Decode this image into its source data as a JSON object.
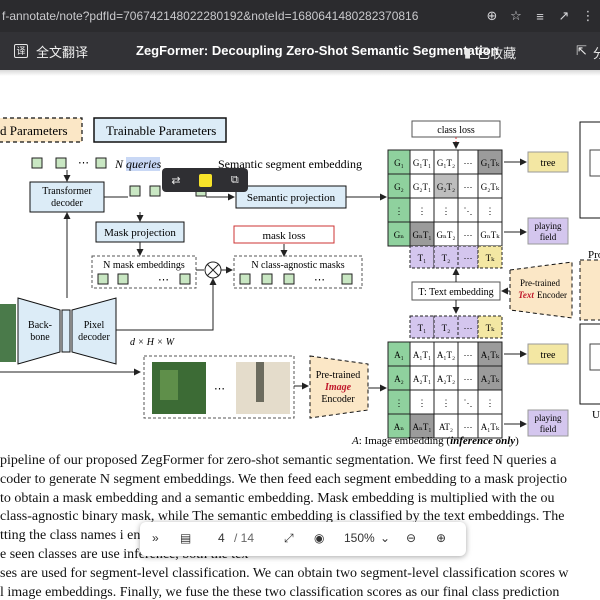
{
  "browser": {
    "url": "f-annotate/note?pdfId=706742148022280192&noteId=1680641480282370816",
    "icons": [
      "zoom-icon",
      "star-icon",
      "menu-icon",
      "share-icon",
      "extension-icon"
    ]
  },
  "header": {
    "translate_label": "全文翻译",
    "translate_icon_char": "译",
    "title": "ZegFormer: Decoupling Zero-Shot Semantic Segmentation",
    "favorite_label": "已收藏",
    "share_label": "分"
  },
  "figure": {
    "frozen_params": "d Parameters",
    "trainable_params": "Trainable Parameters",
    "n_queries": "N queries",
    "seg_embedding": "Semantic segment embedding",
    "transformer_decoder": [
      "Transformer",
      "decoder"
    ],
    "semantic_projection": "Semantic projection",
    "mask_projection": "Mask projection",
    "mask_loss": "mask loss",
    "n_mask_embeddings": "N mask embeddings",
    "n_class_agnostic_masks": "N class-agnostic masks",
    "backbone": [
      "Back-",
      "bone"
    ],
    "pixel_decoder": [
      "Pixel",
      "decoder"
    ],
    "dims": "d × H × W",
    "class_loss": "class loss",
    "text_embedding": "T: Text embedding",
    "pretrained_text": [
      "Pre-trained",
      "Text",
      "Encoder"
    ],
    "pretrained_image": [
      "Pre-trained",
      "Image",
      "Encoder"
    ],
    "image_embedding_caption": "A: Image embedding (inference only)",
    "top_matrix": [
      [
        "G₁",
        "G₁T₁",
        "G₁T₂",
        "⋯",
        "G₁Tₖ"
      ],
      [
        "G₂",
        "G₂T₁",
        "G₂T₂",
        "⋯",
        "G₂Tₖ"
      ],
      [
        "⋮",
        "⋮",
        "⋮",
        "⋱",
        "⋮"
      ],
      [
        "Gₙ",
        "GₙT₁",
        "GₙT₂",
        "⋯",
        "GₙTₖ"
      ]
    ],
    "text_row": [
      "T₁",
      "T₂",
      "⋯",
      "Tₖ"
    ],
    "bottom_matrix": [
      [
        "A₁",
        "A₁T₁",
        "A₁T₂",
        "⋯",
        "A₁Tₖ"
      ],
      [
        "A₂",
        "A₂T₁",
        "A₂T₂",
        "⋯",
        "A₂Tₖ"
      ],
      [
        "⋮",
        "⋮",
        "⋮",
        "⋱",
        "⋮"
      ],
      [
        "Aₙ",
        "AₙT₁",
        "AT₂",
        "⋯",
        "A₁Tₖ"
      ]
    ],
    "labels_top": [
      "tree",
      "playing field"
    ],
    "labels_bottom": [
      "tree",
      "playing field"
    ],
    "right_cut": [
      "Pro",
      "U"
    ]
  },
  "caption": {
    "lines": [
      "pipeline of our proposed ZegFormer for zero-shot semantic segmentation.  We first feed N queries a",
      "coder to generate N segment embeddings.  We then feed each segment embedding to a mask projectio",
      " to obtain a mask embedding and a semantic embedding.  Mask embedding is multiplied with the ou",
      "class-agnostic binary mask, while The semantic embedding is classified by the text embeddings. The",
      "tting the class names i                                                                  encoder of a vision-lan",
      "e seen classes are use                                                                   inference, both the tex",
      "ses are used for segment-level classification. We can obtain two segment-level classification scores w",
      "l image embeddings. Finally, we fuse the these two classification scores as our final class prediction"
    ]
  },
  "pagebar": {
    "page": "4",
    "total": "/ 14",
    "zoom": "150%"
  }
}
